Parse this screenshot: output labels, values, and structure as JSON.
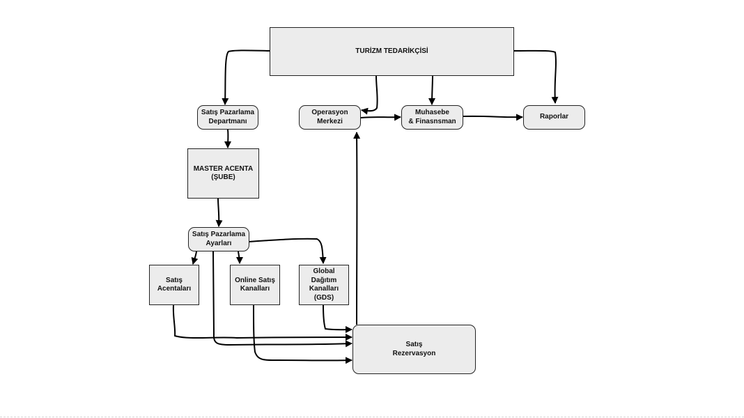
{
  "diagram": {
    "nodes": {
      "turizm": "TURİZM TEDARİKÇİSİ",
      "satis_pazarlama_dept": "Satış Pazarlama\nDepartmanı",
      "operasyon": "Operasyon\nMerkezi",
      "muhasebe": "Muhasebe\n& Finasnsman",
      "raporlar": "Raporlar",
      "master_acenta": "MASTER ACENTA\n(ŞUBE)",
      "satis_pazarlama_ayarlari": "Satış Pazarlama\nAyarları",
      "satis_acentalari": "Satış\nAcentaları",
      "online_satis": "Online Satış\nKanalları",
      "gds": "Global\nDağıtım\nKanalları\n(GDS)",
      "satis_rezervasyon": "Satış\nRezervasyon"
    },
    "edges": [
      [
        "turizm",
        "satis_pazarlama_dept"
      ],
      [
        "turizm",
        "operasyon"
      ],
      [
        "turizm",
        "muhasebe"
      ],
      [
        "turizm",
        "raporlar"
      ],
      [
        "operasyon",
        "muhasebe"
      ],
      [
        "muhasebe",
        "raporlar"
      ],
      [
        "satis_pazarlama_dept",
        "master_acenta"
      ],
      [
        "master_acenta",
        "satis_pazarlama_ayarlari"
      ],
      [
        "satis_pazarlama_ayarlari",
        "satis_acentalari"
      ],
      [
        "satis_pazarlama_ayarlari",
        "online_satis"
      ],
      [
        "satis_pazarlama_ayarlari",
        "gds"
      ],
      [
        "satis_acentalari",
        "satis_rezervasyon"
      ],
      [
        "satis_pazarlama_ayarlari",
        "satis_rezervasyon"
      ],
      [
        "online_satis",
        "satis_rezervasyon"
      ],
      [
        "gds",
        "satis_rezervasyon"
      ],
      [
        "satis_rezervasyon",
        "operasyon"
      ]
    ]
  }
}
